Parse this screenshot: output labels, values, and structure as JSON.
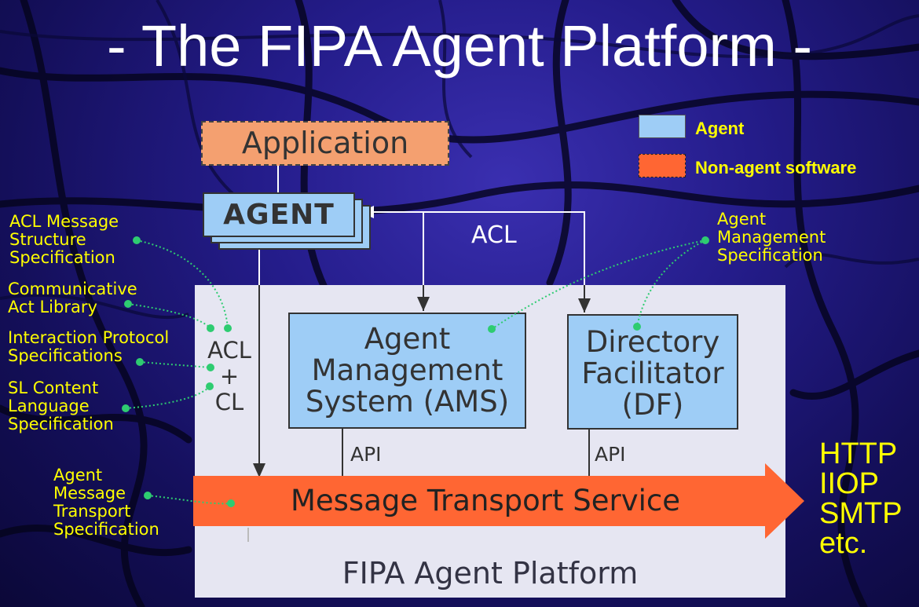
{
  "title": "- The FIPA Agent Platform -",
  "legend": {
    "agent_label": "Agent",
    "nonagent_label": "Non-agent software",
    "agent_color": "#9ecdf6",
    "nonagent_color": "#ff6633"
  },
  "application_label": "Application",
  "agent_label": "AGENT",
  "acl_label": "ACL",
  "platform_label": "FIPA Agent Platform",
  "ams": {
    "line1": "Agent",
    "line2": "Management",
    "line3": "System (AMS)"
  },
  "df": {
    "line1": "Directory",
    "line2": "Facilitator",
    "line3": "(DF)"
  },
  "api_label_ams": "API",
  "api_label_df": "API",
  "aclcl": {
    "line1": "ACL",
    "line2": "+",
    "line3": "CL"
  },
  "mts_label": "Message Transport Service",
  "specs": {
    "acl_message": [
      "ACL Message",
      "Structure",
      "Specification"
    ],
    "communicative": [
      "Communicative",
      "Act Library"
    ],
    "interaction": [
      "Interaction Protocol",
      "Specifications"
    ],
    "sl_content": [
      "SL Content",
      "Language",
      "Specification"
    ],
    "transport": [
      "Agent",
      "Message",
      "Transport",
      "Specification"
    ],
    "management": [
      "Agent",
      "Management",
      "Specification"
    ]
  },
  "protocols": [
    "HTTP",
    "IIOP",
    "SMTP",
    "etc."
  ]
}
